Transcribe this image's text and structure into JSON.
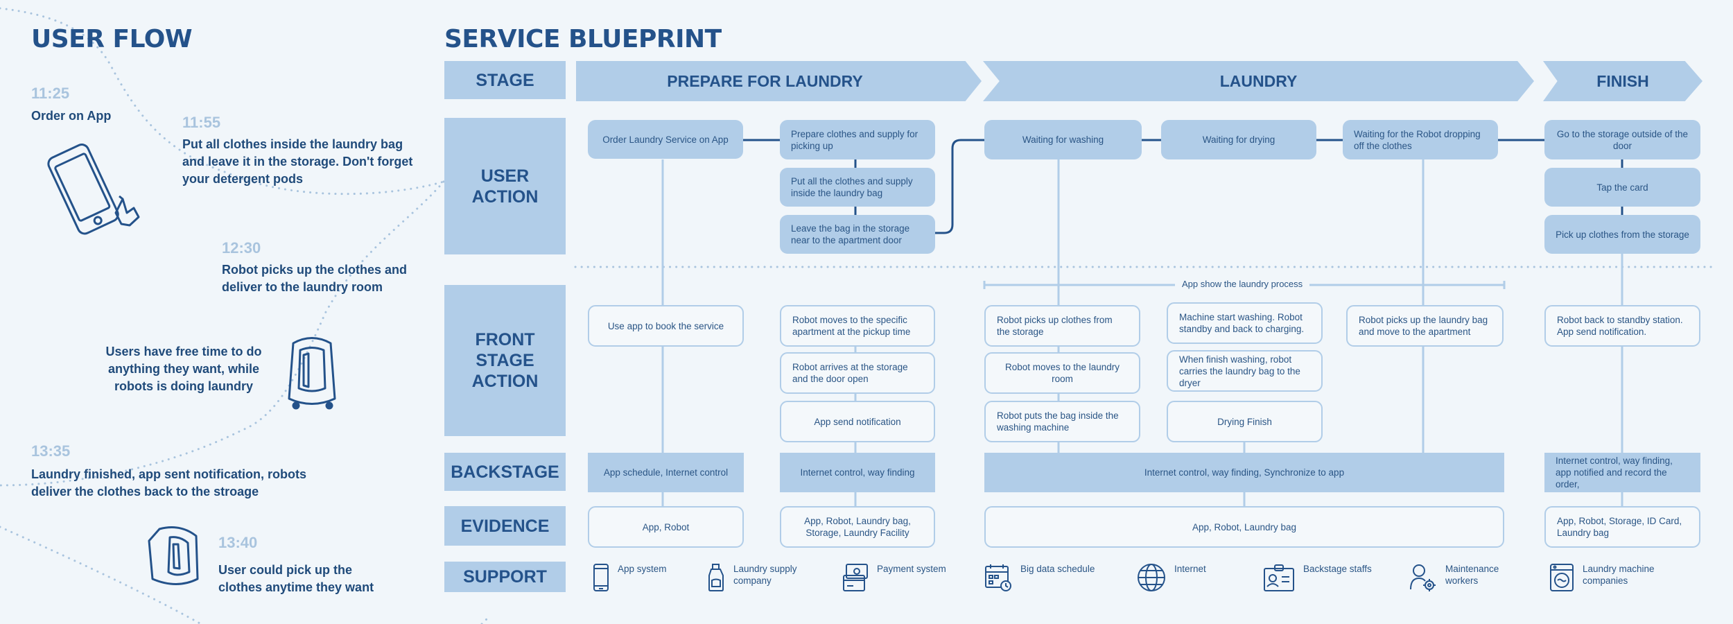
{
  "colors": {
    "background": "#f1f6fa",
    "accent": "#b1cde8",
    "text": "#24528a",
    "light_text": "#a9c4de"
  },
  "user_flow": {
    "title": "USER FLOW",
    "steps": [
      {
        "time": "11:25",
        "text": "Order on App"
      },
      {
        "time": "11:55",
        "text": "Put all clothes inside the laundry bag and leave it in the storage. Don't forget your detergent pods"
      },
      {
        "time": "12:30",
        "text": "Robot picks up the clothes and deliver to the laundry room"
      },
      {
        "time": "",
        "text": "Users have free time to do anything they want, while robots is doing laundry"
      },
      {
        "time": "13:35",
        "text": "Laundry finished, app sent notification, robots deliver the clothes back to the stroage"
      },
      {
        "time": "13:40",
        "text": "User could pick up the clothes anytime they want"
      }
    ],
    "icons": [
      "phone-tap-icon",
      "robot-icon",
      "robot-open-icon"
    ]
  },
  "blueprint": {
    "title": "SERVICE BLUEPRINT",
    "row_labels": {
      "stage": "STAGE",
      "user_action": "USER ACTION",
      "front_stage": "FRONT STAGE ACTION",
      "backstage": "BACKSTAGE",
      "evidence": "EVIDENCE",
      "support": "SUPPORT"
    },
    "stages": [
      "PREPARE FOR LAUNDRY",
      "LAUNDRY",
      "FINISH"
    ],
    "user_actions": [
      "Order Laundry Service on App",
      "Prepare clothes and supply for picking up",
      "Put all the clothes and supply inside the laundry bag",
      "Leave the bag in the storage near to the apartment door",
      "Waiting for washing",
      "Waiting for drying",
      "Waiting for the Robot dropping off the clothes",
      "Go to the storage outside of the door",
      "Tap the card",
      "Pick up clothes from the storage"
    ],
    "app_show_label": "App show the laundry process",
    "front_stage": [
      "Use app to book the service",
      "Robot moves to the specific apartment at the pickup time",
      "Robot arrives at the storage and the door open",
      "App send notification",
      "Robot picks up clothes from the storage",
      "Robot moves to the laundry room",
      "Robot puts the bag inside the washing machine",
      "Machine start washing. Robot standby and back to charging.",
      "When finish washing, robot carries the laundry bag to the dryer",
      "Drying Finish",
      "Robot picks up the laundry bag and move to the apartment",
      "Robot back to standby station. App send notification."
    ],
    "backstage": [
      "App schedule, Internet control",
      "Internet control, way finding",
      "Internet control, way finding, Synchronize to app",
      "Internet control, way finding, app notified and record the order,"
    ],
    "evidence": [
      "App, Robot",
      "App, Robot, Laundry bag, Storage, Laundry Facility",
      "App, Robot, Laundry bag",
      "App, Robot, Storage, ID Card, Laundry bag"
    ],
    "support": [
      {
        "label": "App system",
        "icon": "mobile-icon"
      },
      {
        "label": "Laundry supply company",
        "icon": "detergent-bottle-icon"
      },
      {
        "label": "Payment system",
        "icon": "payment-icon"
      },
      {
        "label": "Big data schedule",
        "icon": "calendar-icon"
      },
      {
        "label": "Internet",
        "icon": "globe-icon"
      },
      {
        "label": "Backstage staffs",
        "icon": "id-badge-icon"
      },
      {
        "label": "Maintenance workers",
        "icon": "worker-gear-icon"
      },
      {
        "label": "Laundry machine companies",
        "icon": "washing-machine-icon"
      }
    ]
  }
}
